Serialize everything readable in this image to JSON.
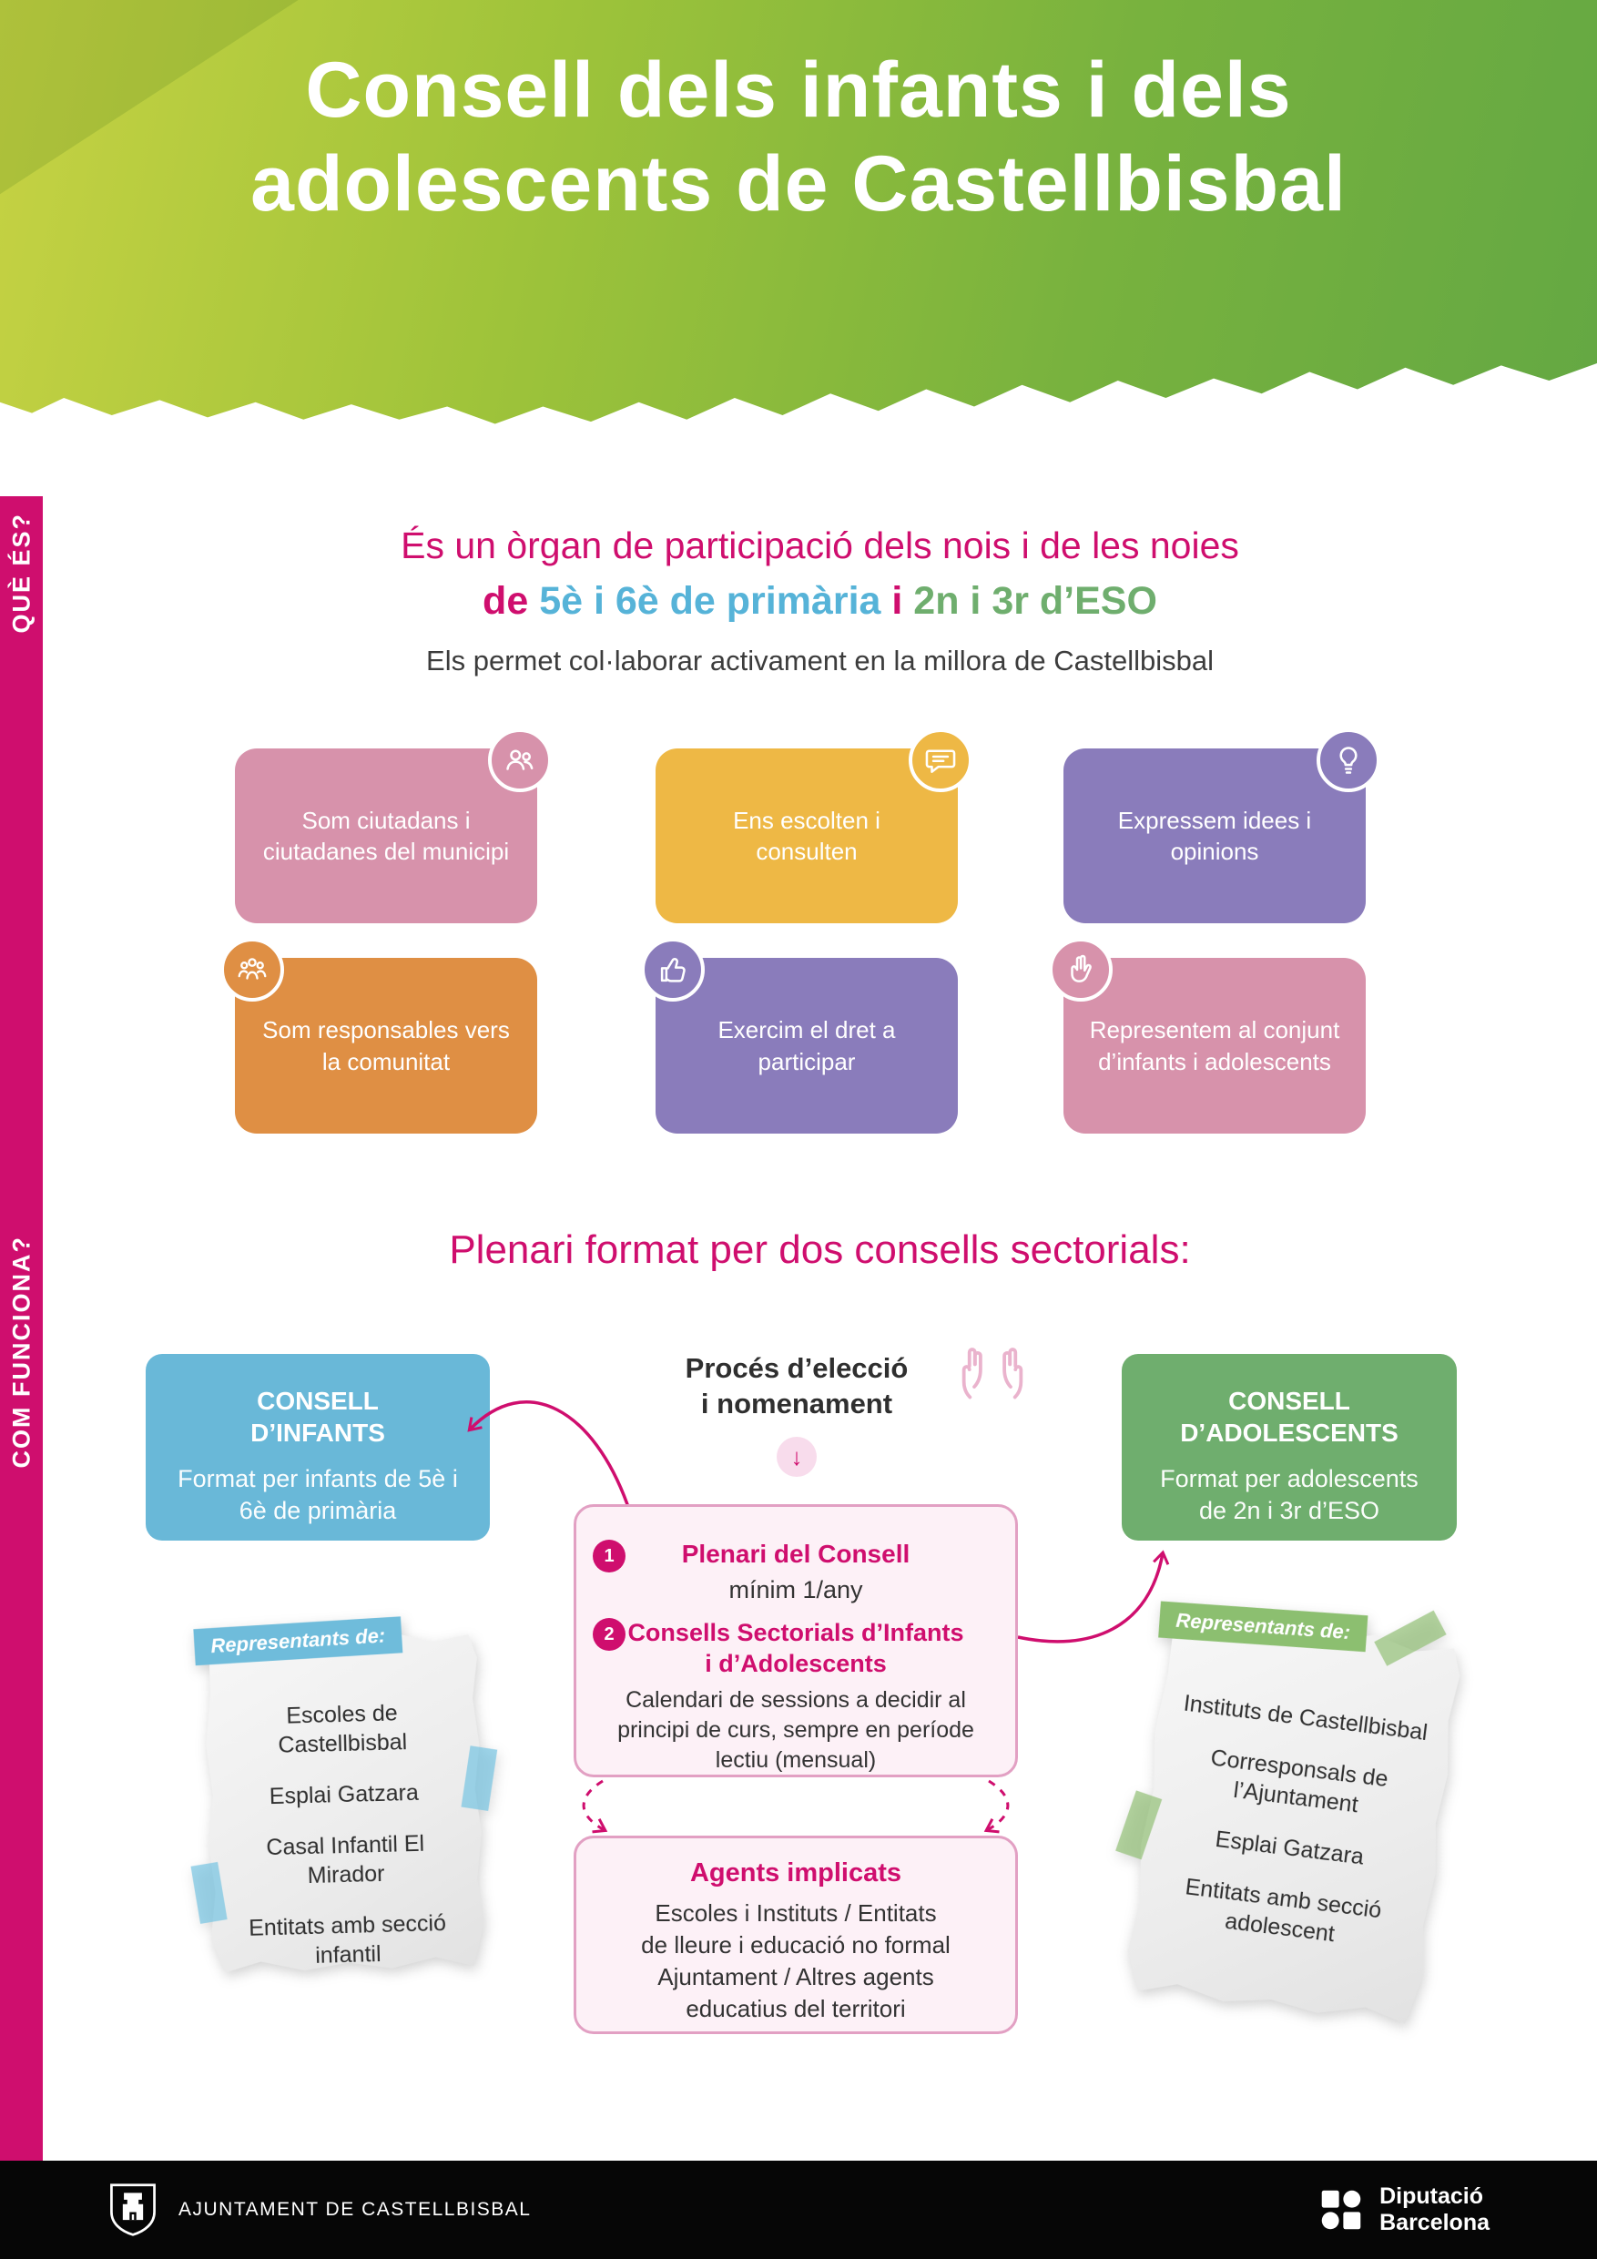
{
  "colors": {
    "magenta": "#cf0e6e",
    "header_green_1": "#c6d243",
    "header_green_2": "#64a843",
    "blue_text": "#56b3d8",
    "green_text": "#6fae6e",
    "blue_box": "#69b8d8",
    "green_box": "#6fae6e",
    "light_pink": "#fdf1f7",
    "pink_border": "#e2a0c3",
    "badge_blue": "#6fbcdb",
    "badge_green": "#8cbf70",
    "footer_bg": "#060606"
  },
  "header": {
    "title_line1": "Consell dels infants i dels",
    "title_line2": "adolescents de Castellbisbal"
  },
  "sidebar": {
    "que_es": "QUÈ ÉS?",
    "com_funciona": "COM FUNCIONA?"
  },
  "intro": {
    "line1": "És un òrgan de participació dels nois i de les noies",
    "line2": {
      "p1": "de ",
      "p2": "5è i 6è de primària",
      "p3": " i ",
      "p4": "2n i 3r d’ESO"
    },
    "line3": "Els permet col·laborar activament en la millora de Castellbisbal"
  },
  "cards": [
    {
      "label": "Som ciutadans i ciutadanes del municipi",
      "bg": "#d792ab",
      "icon": "people-group-icon"
    },
    {
      "label": "Ens escolten i consulten",
      "bg": "#eeb845",
      "icon": "speech-bubble-icon"
    },
    {
      "label": "Expressem idees i opinions",
      "bg": "#8a7cbb",
      "icon": "idea-icon"
    },
    {
      "label": "Som responsables vers la comunitat",
      "bg": "#df8f44",
      "icon": "community-icon"
    },
    {
      "label": "Exercim el dret a participar",
      "bg": "#8a7cbb",
      "icon": "thumbs-up-icon"
    },
    {
      "label": "Representem al conjunt d’infants i adolescents",
      "bg": "#d792ab",
      "icon": "peace-hand-icon"
    }
  ],
  "how": {
    "title": "Plenari format per dos consells sectorials:",
    "council_infants": {
      "title_line1": "CONSELL",
      "title_line2": "D’INFANTS",
      "body": "Format per infants de 5è i 6è de primària"
    },
    "council_adolescents": {
      "title_line1": "CONSELL",
      "title_line2": "D’ADOLESCENTS",
      "body": "Format per adolescents de 2n i 3r d’ESO"
    },
    "process": {
      "line1": "Procés d’elecció",
      "line2": "i nomenament"
    },
    "down_arrow": "↓",
    "plenari": {
      "item1": {
        "num": "1",
        "title": "Plenari del Consell",
        "body": "mínim 1/any"
      },
      "item2": {
        "num": "2",
        "title_line1": "Consells Sectorials d’Infants",
        "title_line2": "i d’Adolescents",
        "body": "Calendari de sessions a decidir al principi de curs, sempre en període lectiu (mensual)"
      }
    },
    "agents": {
      "title": "Agents implicats",
      "lines": [
        "Escoles i Instituts / Entitats",
        "de lleure i educació no formal",
        "Ajuntament / Altres agents",
        "educatius del territori"
      ]
    },
    "note_infants": {
      "badge": "Representants de:",
      "items": [
        "Escoles de Castellbisbal",
        "Esplai Gatzara",
        "Casal Infantil El Mirador",
        "Entitats amb secció infantil"
      ]
    },
    "note_adolescents": {
      "badge": "Representants de:",
      "items": [
        "Instituts de Castellbisbal",
        "Corresponsals de l’Ajuntament",
        "Esplai Gatzara",
        "Entitats amb secció adolescent"
      ]
    }
  },
  "footer": {
    "ajuntament": "AJUNTAMENT DE CASTELLBISBAL",
    "diputacio": {
      "line1": "Diputació",
      "line2": "Barcelona"
    }
  }
}
